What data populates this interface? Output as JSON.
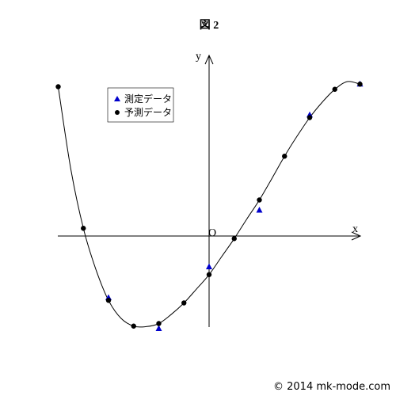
{
  "chart_data": {
    "type": "scatter",
    "title": "図 2",
    "xlabel": "x",
    "ylabel": "y",
    "origin_label": "O",
    "xlim": [
      -3,
      3
    ],
    "ylim": [
      -1.8,
      3.6
    ],
    "grid": false,
    "legend_position": "top-left",
    "series": [
      {
        "name": "測定データ",
        "marker": "triangle",
        "color": "#0000cc",
        "points": [
          [
            -2.0,
            -1.2
          ],
          [
            -1.0,
            -1.8
          ],
          [
            0.0,
            -0.6
          ],
          [
            1.0,
            0.5
          ],
          [
            2.0,
            2.35
          ],
          [
            3.0,
            2.95
          ]
        ]
      },
      {
        "name": "予測データ",
        "marker": "circle",
        "color": "#000000",
        "points": [
          [
            -3.0,
            2.9
          ],
          [
            -2.5,
            0.15
          ],
          [
            -2.0,
            -1.25
          ],
          [
            -1.5,
            -1.75
          ],
          [
            -1.0,
            -1.7
          ],
          [
            -0.5,
            -1.3
          ],
          [
            0.0,
            -0.75
          ],
          [
            0.5,
            -0.05
          ],
          [
            1.0,
            0.7
          ],
          [
            1.5,
            1.55
          ],
          [
            2.0,
            2.3
          ],
          [
            2.5,
            2.85
          ],
          [
            3.0,
            2.95
          ]
        ]
      }
    ],
    "fitted_curve": {
      "x": [
        -3.0,
        -2.75,
        -2.5,
        -2.25,
        -2.0,
        -1.75,
        -1.5,
        -1.25,
        -1.0,
        -0.75,
        -0.5,
        -0.25,
        0.0,
        0.25,
        0.5,
        0.75,
        1.0,
        1.25,
        1.5,
        1.75,
        2.0,
        2.25,
        2.5,
        2.75,
        3.0
      ],
      "y": [
        2.9,
        1.3,
        0.15,
        -0.65,
        -1.25,
        -1.6,
        -1.75,
        -1.76,
        -1.7,
        -1.52,
        -1.3,
        -1.03,
        -0.75,
        -0.4,
        -0.05,
        0.33,
        0.7,
        1.12,
        1.55,
        1.94,
        2.3,
        2.6,
        2.85,
        3.0,
        2.95
      ]
    }
  },
  "watermark": "© 2014 mk-mode.com"
}
